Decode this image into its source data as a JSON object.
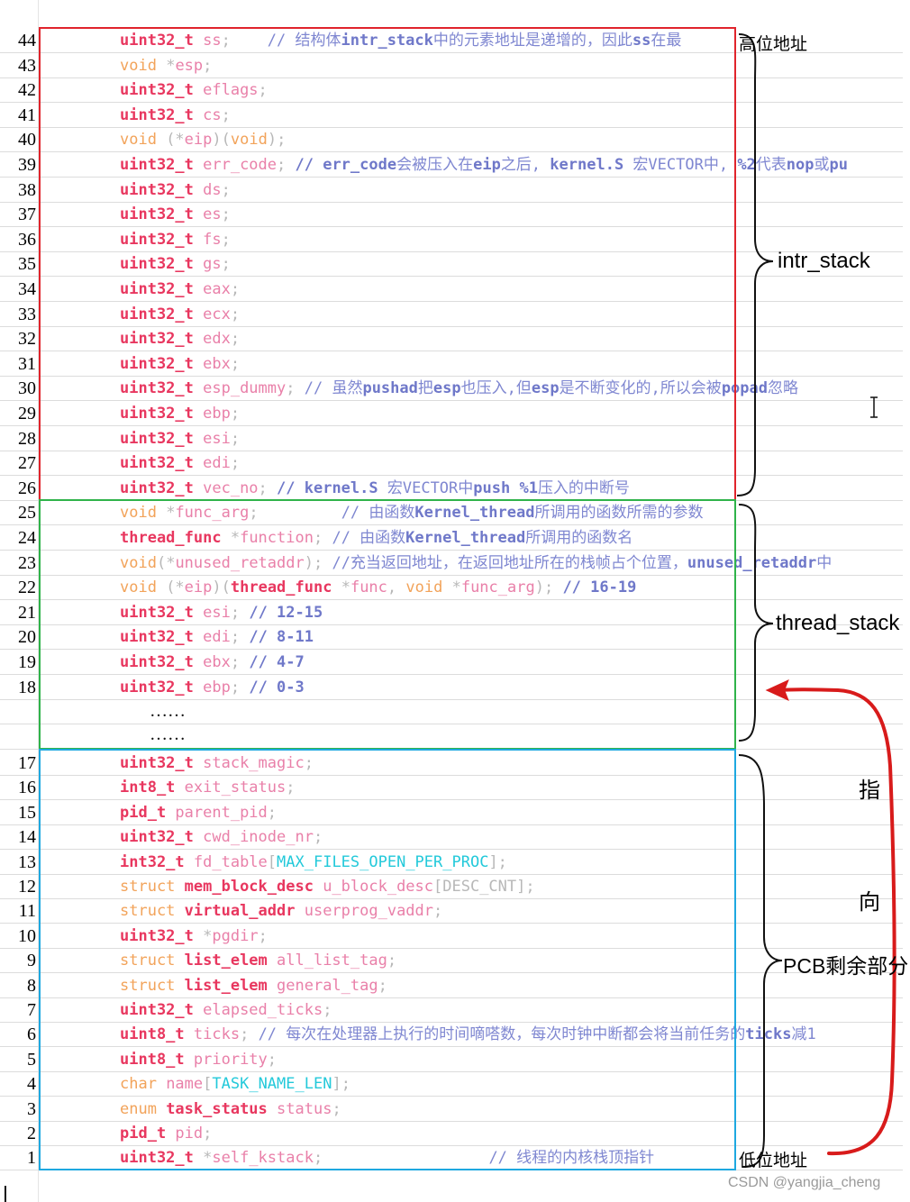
{
  "rows": [
    {
      "n": "44",
      "parts": [
        [
          "t",
          "uint32_t "
        ],
        [
          "id",
          "ss"
        ],
        [
          "pn",
          ";    "
        ],
        [
          "cm",
          "// 结构体"
        ],
        [
          "cmb",
          "intr_stack"
        ],
        [
          "cm",
          "中的元素地址是递增的，因此"
        ],
        [
          "cmb",
          "ss"
        ],
        [
          "cm",
          "在最"
        ]
      ]
    },
    {
      "n": "43",
      "parts": [
        [
          "kw",
          "void "
        ],
        [
          "pn",
          "*"
        ],
        [
          "id",
          "esp"
        ],
        [
          "pn",
          ";"
        ]
      ]
    },
    {
      "n": "42",
      "parts": [
        [
          "t",
          "uint32_t "
        ],
        [
          "id",
          "eflags"
        ],
        [
          "pn",
          ";"
        ]
      ]
    },
    {
      "n": "41",
      "parts": [
        [
          "t",
          "uint32_t "
        ],
        [
          "id",
          "cs"
        ],
        [
          "pn",
          ";"
        ]
      ]
    },
    {
      "n": "40",
      "parts": [
        [
          "kw",
          "void "
        ],
        [
          "pn",
          "(*"
        ],
        [
          "id",
          "eip"
        ],
        [
          "pn",
          ")("
        ],
        [
          "kw",
          "void"
        ],
        [
          "pn",
          ");"
        ]
      ]
    },
    {
      "n": "39",
      "parts": [
        [
          "t",
          "uint32_t "
        ],
        [
          "id",
          "err_code"
        ],
        [
          "pn",
          "; "
        ],
        [
          "cmb",
          "// err_code"
        ],
        [
          "cm",
          "会被压入在"
        ],
        [
          "cmb",
          "eip"
        ],
        [
          "cm",
          "之后, "
        ],
        [
          "cmb",
          "kernel.S "
        ],
        [
          "cm",
          "宏VECTOR中, "
        ],
        [
          "cmb",
          "%2"
        ],
        [
          "cm",
          "代表"
        ],
        [
          "cmb",
          "nop"
        ],
        [
          "cm",
          "或"
        ],
        [
          "cmb",
          "pu"
        ]
      ]
    },
    {
      "n": "38",
      "parts": [
        [
          "t",
          "uint32_t "
        ],
        [
          "id",
          "ds"
        ],
        [
          "pn",
          ";"
        ]
      ]
    },
    {
      "n": "37",
      "parts": [
        [
          "t",
          "uint32_t "
        ],
        [
          "id",
          "es"
        ],
        [
          "pn",
          ";"
        ]
      ]
    },
    {
      "n": "36",
      "parts": [
        [
          "t",
          "uint32_t "
        ],
        [
          "id",
          "fs"
        ],
        [
          "pn",
          ";"
        ]
      ]
    },
    {
      "n": "35",
      "parts": [
        [
          "t",
          "uint32_t "
        ],
        [
          "id",
          "gs"
        ],
        [
          "pn",
          ";"
        ]
      ]
    },
    {
      "n": "34",
      "parts": [
        [
          "t",
          "uint32_t "
        ],
        [
          "id",
          "eax"
        ],
        [
          "pn",
          ";"
        ]
      ]
    },
    {
      "n": "33",
      "parts": [
        [
          "t",
          "uint32_t "
        ],
        [
          "id",
          "ecx"
        ],
        [
          "pn",
          ";"
        ]
      ]
    },
    {
      "n": "32",
      "parts": [
        [
          "t",
          "uint32_t "
        ],
        [
          "id",
          "edx"
        ],
        [
          "pn",
          ";"
        ]
      ]
    },
    {
      "n": "31",
      "parts": [
        [
          "t",
          "uint32_t "
        ],
        [
          "id",
          "ebx"
        ],
        [
          "pn",
          ";"
        ]
      ]
    },
    {
      "n": "30",
      "parts": [
        [
          "t",
          "uint32_t "
        ],
        [
          "id",
          "esp_dummy"
        ],
        [
          "pn",
          "; "
        ],
        [
          "cm",
          "// 虽然"
        ],
        [
          "cmb",
          "pushad"
        ],
        [
          "cm",
          "把"
        ],
        [
          "cmb",
          "esp"
        ],
        [
          "cm",
          "也压入,但"
        ],
        [
          "cmb",
          "esp"
        ],
        [
          "cm",
          "是不断变化的,所以会被"
        ],
        [
          "cmb",
          "popad"
        ],
        [
          "cm",
          "忽略"
        ]
      ]
    },
    {
      "n": "29",
      "parts": [
        [
          "t",
          "uint32_t "
        ],
        [
          "id",
          "ebp"
        ],
        [
          "pn",
          ";"
        ]
      ]
    },
    {
      "n": "28",
      "parts": [
        [
          "t",
          "uint32_t "
        ],
        [
          "id",
          "esi"
        ],
        [
          "pn",
          ";"
        ]
      ]
    },
    {
      "n": "27",
      "parts": [
        [
          "t",
          "uint32_t "
        ],
        [
          "id",
          "edi"
        ],
        [
          "pn",
          ";"
        ]
      ]
    },
    {
      "n": "26",
      "parts": [
        [
          "t",
          "uint32_t "
        ],
        [
          "id",
          "vec_no"
        ],
        [
          "pn",
          "; "
        ],
        [
          "cmb",
          "// kernel.S "
        ],
        [
          "cm",
          "宏VECTOR中"
        ],
        [
          "cmb",
          "push %1"
        ],
        [
          "cm",
          "压入的中断号"
        ]
      ]
    },
    {
      "n": "25",
      "parts": [
        [
          "kw",
          "void "
        ],
        [
          "pn",
          "*"
        ],
        [
          "id",
          "func_arg"
        ],
        [
          "pn",
          ";         "
        ],
        [
          "cm",
          "// 由函数"
        ],
        [
          "cmb",
          "Kernel_thread"
        ],
        [
          "cm",
          "所调用的函数所需的参数"
        ]
      ]
    },
    {
      "n": "24",
      "parts": [
        [
          "t",
          "thread_func "
        ],
        [
          "pn",
          "*"
        ],
        [
          "id",
          "function"
        ],
        [
          "pn",
          "; "
        ],
        [
          "cm",
          "// 由函数"
        ],
        [
          "cmb",
          "Kernel_thread"
        ],
        [
          "cm",
          "所调用的函数名"
        ]
      ]
    },
    {
      "n": "23",
      "parts": [
        [
          "kw",
          "void"
        ],
        [
          "pn",
          "(*"
        ],
        [
          "id",
          "unused_retaddr"
        ],
        [
          "pn",
          "); "
        ],
        [
          "cm",
          "//充当返回地址，在返回地址所在的栈帧占个位置，"
        ],
        [
          "cmb",
          "unused_retaddr"
        ],
        [
          "cm",
          "中"
        ]
      ]
    },
    {
      "n": "22",
      "parts": [
        [
          "kw",
          "void "
        ],
        [
          "pn",
          "(*"
        ],
        [
          "id",
          "eip"
        ],
        [
          "pn",
          ")("
        ],
        [
          "t",
          "thread_func "
        ],
        [
          "pn",
          "*"
        ],
        [
          "id",
          "func"
        ],
        [
          "pn",
          ", "
        ],
        [
          "kw",
          "void "
        ],
        [
          "pn",
          "*"
        ],
        [
          "id",
          "func_arg"
        ],
        [
          "pn",
          "); "
        ],
        [
          "cmb",
          "// 16-19"
        ]
      ]
    },
    {
      "n": "21",
      "parts": [
        [
          "t",
          "uint32_t "
        ],
        [
          "id",
          "esi"
        ],
        [
          "pn",
          "; "
        ],
        [
          "cmb",
          "// 12-15"
        ]
      ]
    },
    {
      "n": "20",
      "parts": [
        [
          "t",
          "uint32_t "
        ],
        [
          "id",
          "edi"
        ],
        [
          "pn",
          "; "
        ],
        [
          "cmb",
          "// 8-11"
        ]
      ]
    },
    {
      "n": "19",
      "parts": [
        [
          "t",
          "uint32_t "
        ],
        [
          "id",
          "ebx"
        ],
        [
          "pn",
          "; "
        ],
        [
          "cmb",
          "// 4-7"
        ]
      ]
    },
    {
      "n": "18",
      "parts": [
        [
          "t",
          "uint32_t "
        ],
        [
          "id",
          "ebp"
        ],
        [
          "pn",
          "; "
        ],
        [
          "cmb",
          "// 0-3"
        ]
      ]
    },
    {
      "n": "",
      "parts": []
    },
    {
      "n": "",
      "parts": []
    },
    {
      "n": "17",
      "parts": [
        [
          "t",
          "uint32_t "
        ],
        [
          "id",
          "stack_magic"
        ],
        [
          "pn",
          ";"
        ]
      ]
    },
    {
      "n": "16",
      "parts": [
        [
          "t",
          "int8_t "
        ],
        [
          "id",
          "exit_status"
        ],
        [
          "pn",
          ";"
        ]
      ]
    },
    {
      "n": "15",
      "parts": [
        [
          "t",
          "pid_t "
        ],
        [
          "id",
          "parent_pid"
        ],
        [
          "pn",
          ";"
        ]
      ]
    },
    {
      "n": "14",
      "parts": [
        [
          "t",
          "uint32_t "
        ],
        [
          "id",
          "cwd_inode_nr"
        ],
        [
          "pn",
          ";"
        ]
      ]
    },
    {
      "n": "13",
      "parts": [
        [
          "t",
          "int32_t "
        ],
        [
          "id",
          "fd_table"
        ],
        [
          "pn",
          "["
        ],
        [
          "mac",
          "MAX_FILES_OPEN_PER_PROC"
        ],
        [
          "pn",
          "];"
        ]
      ]
    },
    {
      "n": "12",
      "parts": [
        [
          "kw",
          "struct "
        ],
        [
          "t",
          "mem_block_desc "
        ],
        [
          "id",
          "u_block_desc"
        ],
        [
          "pn",
          "[DESC_CNT];"
        ]
      ]
    },
    {
      "n": "11",
      "parts": [
        [
          "kw",
          "struct "
        ],
        [
          "t",
          "virtual_addr "
        ],
        [
          "id",
          "userprog_vaddr"
        ],
        [
          "pn",
          ";"
        ]
      ]
    },
    {
      "n": "10",
      "parts": [
        [
          "t",
          "uint32_t "
        ],
        [
          "pn",
          "*"
        ],
        [
          "id",
          "pgdir"
        ],
        [
          "pn",
          ";"
        ]
      ]
    },
    {
      "n": "9",
      "parts": [
        [
          "kw",
          "struct "
        ],
        [
          "t",
          "list_elem "
        ],
        [
          "id",
          "all_list_tag"
        ],
        [
          "pn",
          ";"
        ]
      ]
    },
    {
      "n": "8",
      "parts": [
        [
          "kw",
          "struct "
        ],
        [
          "t",
          "list_elem "
        ],
        [
          "id",
          "general_tag"
        ],
        [
          "pn",
          ";"
        ]
      ]
    },
    {
      "n": "7",
      "parts": [
        [
          "t",
          "uint32_t "
        ],
        [
          "id",
          "elapsed_ticks"
        ],
        [
          "pn",
          ";"
        ]
      ]
    },
    {
      "n": "6",
      "parts": [
        [
          "t",
          "uint8_t "
        ],
        [
          "id",
          "ticks"
        ],
        [
          "pn",
          "; "
        ],
        [
          "cm",
          "// 每次在处理器上执行的时间嘀嗒数，每次时钟中断都会将当前任务的"
        ],
        [
          "cmb",
          "ticks"
        ],
        [
          "cm",
          "减1"
        ]
      ]
    },
    {
      "n": "5",
      "parts": [
        [
          "t",
          "uint8_t "
        ],
        [
          "id",
          "priority"
        ],
        [
          "pn",
          ";"
        ]
      ]
    },
    {
      "n": "4",
      "parts": [
        [
          "kw",
          "char "
        ],
        [
          "id",
          "name"
        ],
        [
          "pn",
          "["
        ],
        [
          "mac",
          "TASK_NAME_LEN"
        ],
        [
          "pn",
          "];"
        ]
      ]
    },
    {
      "n": "3",
      "parts": [
        [
          "kw",
          "enum "
        ],
        [
          "t",
          "task_status "
        ],
        [
          "id",
          "status"
        ],
        [
          "pn",
          ";"
        ]
      ]
    },
    {
      "n": "2",
      "parts": [
        [
          "t",
          "pid_t "
        ],
        [
          "id",
          "pid"
        ],
        [
          "pn",
          ";"
        ]
      ]
    },
    {
      "n": "1",
      "parts": [
        [
          "t",
          "uint32_t "
        ],
        [
          "pn",
          "*"
        ],
        [
          "id",
          "self_kstack"
        ],
        [
          "pn",
          ";                  "
        ],
        [
          "cm",
          "// 线程的内核栈顶指针"
        ]
      ]
    }
  ],
  "dots": [
    "……",
    "……"
  ],
  "labels": {
    "intr_stack": "intr_stack",
    "thread_stack": "thread_stack",
    "pcb_rest": "PCB剩余部分",
    "high_addr": "高位地址",
    "low_addr": "低位地址",
    "arrow_char1": "指",
    "arrow_char2": "向"
  },
  "watermark": "CSDN @yangjia_cheng",
  "colors": {
    "intr_box": "#e0242c",
    "thread_box": "#2fb34a",
    "pcb_box": "#1ea8e0",
    "arrow": "#d81b1b"
  }
}
